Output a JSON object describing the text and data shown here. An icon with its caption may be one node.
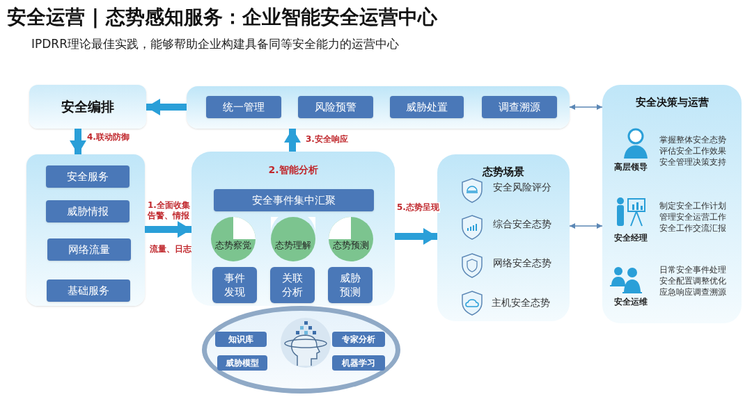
{
  "diagram": {
    "title": "安全运营 | 态势感知服务：企业智能安全运营中心",
    "nodes": [
      {
        "text": [
          "安全编排"
        ]
      },
      {
        "text": [],
        "shape": "box"
      },
      {
        "text": [
          "统一管理"
        ],
        "in": 1
      },
      {
        "text": [
          "风险预警"
        ],
        "in": 1
      },
      {
        "text": [
          "威胁处置"
        ],
        "in": 1
      },
      {
        "text": [
          "调查溯源"
        ],
        "in": 1
      },
      {
        "text": [],
        "shape": "box"
      },
      {
        "text": [
          "安全服务"
        ],
        "in": 6
      },
      {
        "text": [
          "威胁情报"
        ],
        "in": 6
      },
      {
        "text": [
          "网络流量"
        ],
        "in": 6
      },
      {
        "text": [
          "基础服务"
        ],
        "in": 6
      },
      {
        "text": [
          "2.智能分析"
        ]
      },
      {
        "text": [
          "安全事件集中汇聚"
        ],
        "in": 11
      },
      {
        "text": [
          "态势察觉"
        ],
        "in": 11
      },
      {
        "text": [
          "态势理解"
        ],
        "in": 11
      },
      {
        "text": [
          "态势预测"
        ],
        "in": 11
      },
      {
        "text": [
          "事件发现"
        ],
        "in": 11
      },
      {
        "text": [
          "关联分析"
        ],
        "in": 11
      },
      {
        "text": [
          "威胁预测"
        ],
        "in": 11
      },
      {
        "text": [],
        "shape": "ellipse"
      },
      {
        "text": [
          "知识库"
        ],
        "in": 19
      },
      {
        "text": [
          "威胁模型"
        ],
        "in": 19
      },
      {
        "text": [
          "专家分析"
        ],
        "in": 19
      },
      {
        "text": [
          "机器学习"
        ],
        "in": 19
      },
      {
        "text": [
          "态势场景"
        ]
      },
      {
        "text": [
          "安全决策与运营"
        ]
      }
    ],
    "edges": [
      {
        "from": 1,
        "to": 0,
        "arrow": "to"
      },
      {
        "from": 0,
        "to": 6,
        "arrow": "to",
        "label": "4.联动防御"
      },
      {
        "from": 11,
        "to": 1,
        "arrow": "to",
        "label": "3.安全响应"
      },
      {
        "from": 6,
        "to": 11,
        "arrow": "to",
        "label": "1.全面收集告警、情报"
      },
      {
        "from": 11,
        "to": 24,
        "arrow": "to",
        "label": "5.态势呈现"
      },
      {
        "from": 1,
        "to": 25,
        "arrow": "both",
        "color": "#5b87b5"
      },
      {
        "from": 24,
        "to": 25,
        "arrow": "both",
        "color": "#5b87b5"
      }
    ],
    "labels": [
      "IPDRR理论最佳实践，能够帮助企业构建具备同等安全能力的运营中心",
      "流量、日志",
      "安全风险评分",
      "综合安全态势",
      "网络安全态势",
      "主机安全态势",
      "高层领导",
      "掌握整体安全态势",
      "评估安全工作效果",
      "安全管理决策支持",
      "安全经理",
      "制定安全工作计划",
      "管理安全运营工作",
      "安全工作交流汇报",
      "安全运维",
      "日常安全事件处理",
      "安全配置调整优化",
      "应急响应调查溯源"
    ]
  }
}
